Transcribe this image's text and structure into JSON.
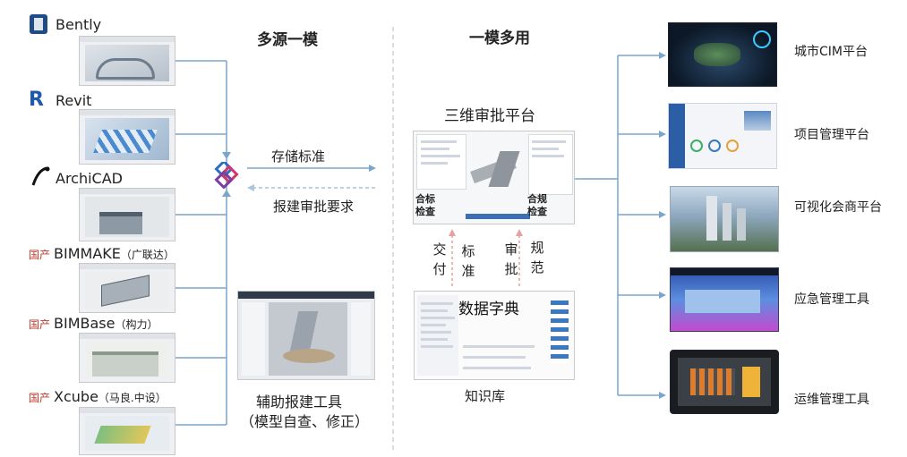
{
  "left_title": "多源一模",
  "right_title": "一模多用",
  "software": [
    {
      "name": "Bently",
      "prefix": "",
      "suffix": "",
      "icon": "bentley-logo-icon"
    },
    {
      "name": "Revit",
      "prefix": "",
      "suffix": "",
      "icon": "revit-logo-icon"
    },
    {
      "name": "ArchiCAD",
      "prefix": "",
      "suffix": "",
      "icon": "archicad-logo-icon"
    },
    {
      "name": "BIMMAKE",
      "prefix": "国产",
      "suffix": "（广联达）",
      "icon": ""
    },
    {
      "name": "BIMBase",
      "prefix": "国产",
      "suffix": "（构力）",
      "icon": ""
    },
    {
      "name": "Xcube",
      "prefix": "国产",
      "suffix": "（马良.中设）",
      "icon": ""
    }
  ],
  "arrow_right_label": "存储标准",
  "arrow_left_label": "报建审批要求",
  "assist_tool": {
    "line1": "辅助报建工具",
    "line2": "（模型自查、修正）"
  },
  "approval_platform": {
    "title": "三维审批平台",
    "left_badge": [
      "合标",
      "检查"
    ],
    "right_badge": [
      "合规",
      "检查"
    ]
  },
  "vertical_labels": [
    [
      "交",
      "付"
    ],
    [
      "标",
      "准"
    ],
    [
      "审",
      "批"
    ],
    [
      "规",
      "范"
    ]
  ],
  "knowledge": {
    "panel_title": "数据字典",
    "caption": "知识库"
  },
  "outputs": [
    "城市CIM平台",
    "项目管理平台",
    "可视化会商平台",
    "应急管理工具",
    "运维管理工具"
  ],
  "colors": {
    "connector": "#7aa5cc",
    "arrow_dashed": "#a9c4dd",
    "domestic_tag": "#c0392b",
    "divider": "#b8b8b8"
  }
}
